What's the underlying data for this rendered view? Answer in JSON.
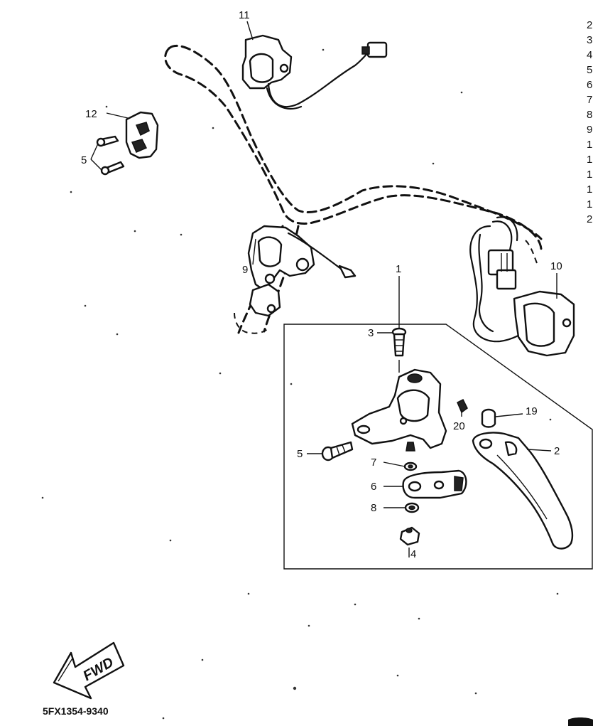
{
  "diagram": {
    "callouts": [
      {
        "id": "1",
        "text": "1"
      },
      {
        "id": "2",
        "text": "2"
      },
      {
        "id": "3",
        "text": "3"
      },
      {
        "id": "4",
        "text": "4"
      },
      {
        "id": "5a",
        "text": "5"
      },
      {
        "id": "5b",
        "text": "5"
      },
      {
        "id": "6",
        "text": "6"
      },
      {
        "id": "7",
        "text": "7"
      },
      {
        "id": "8",
        "text": "8"
      },
      {
        "id": "9",
        "text": "9"
      },
      {
        "id": "10",
        "text": "10"
      },
      {
        "id": "11",
        "text": "11"
      },
      {
        "id": "12",
        "text": "12"
      },
      {
        "id": "19",
        "text": "19"
      },
      {
        "id": "20",
        "text": "20"
      }
    ],
    "fwd_label": "FWD",
    "drawing_code": "5FX1354-9340",
    "edge_list_glyphs": [
      "2",
      "3",
      "4",
      "5",
      "6",
      "7",
      "8",
      "9",
      "1",
      "1",
      "1",
      "1",
      "1",
      "2"
    ]
  },
  "colors": {
    "ink": "#111111",
    "paper": "#ffffff"
  }
}
